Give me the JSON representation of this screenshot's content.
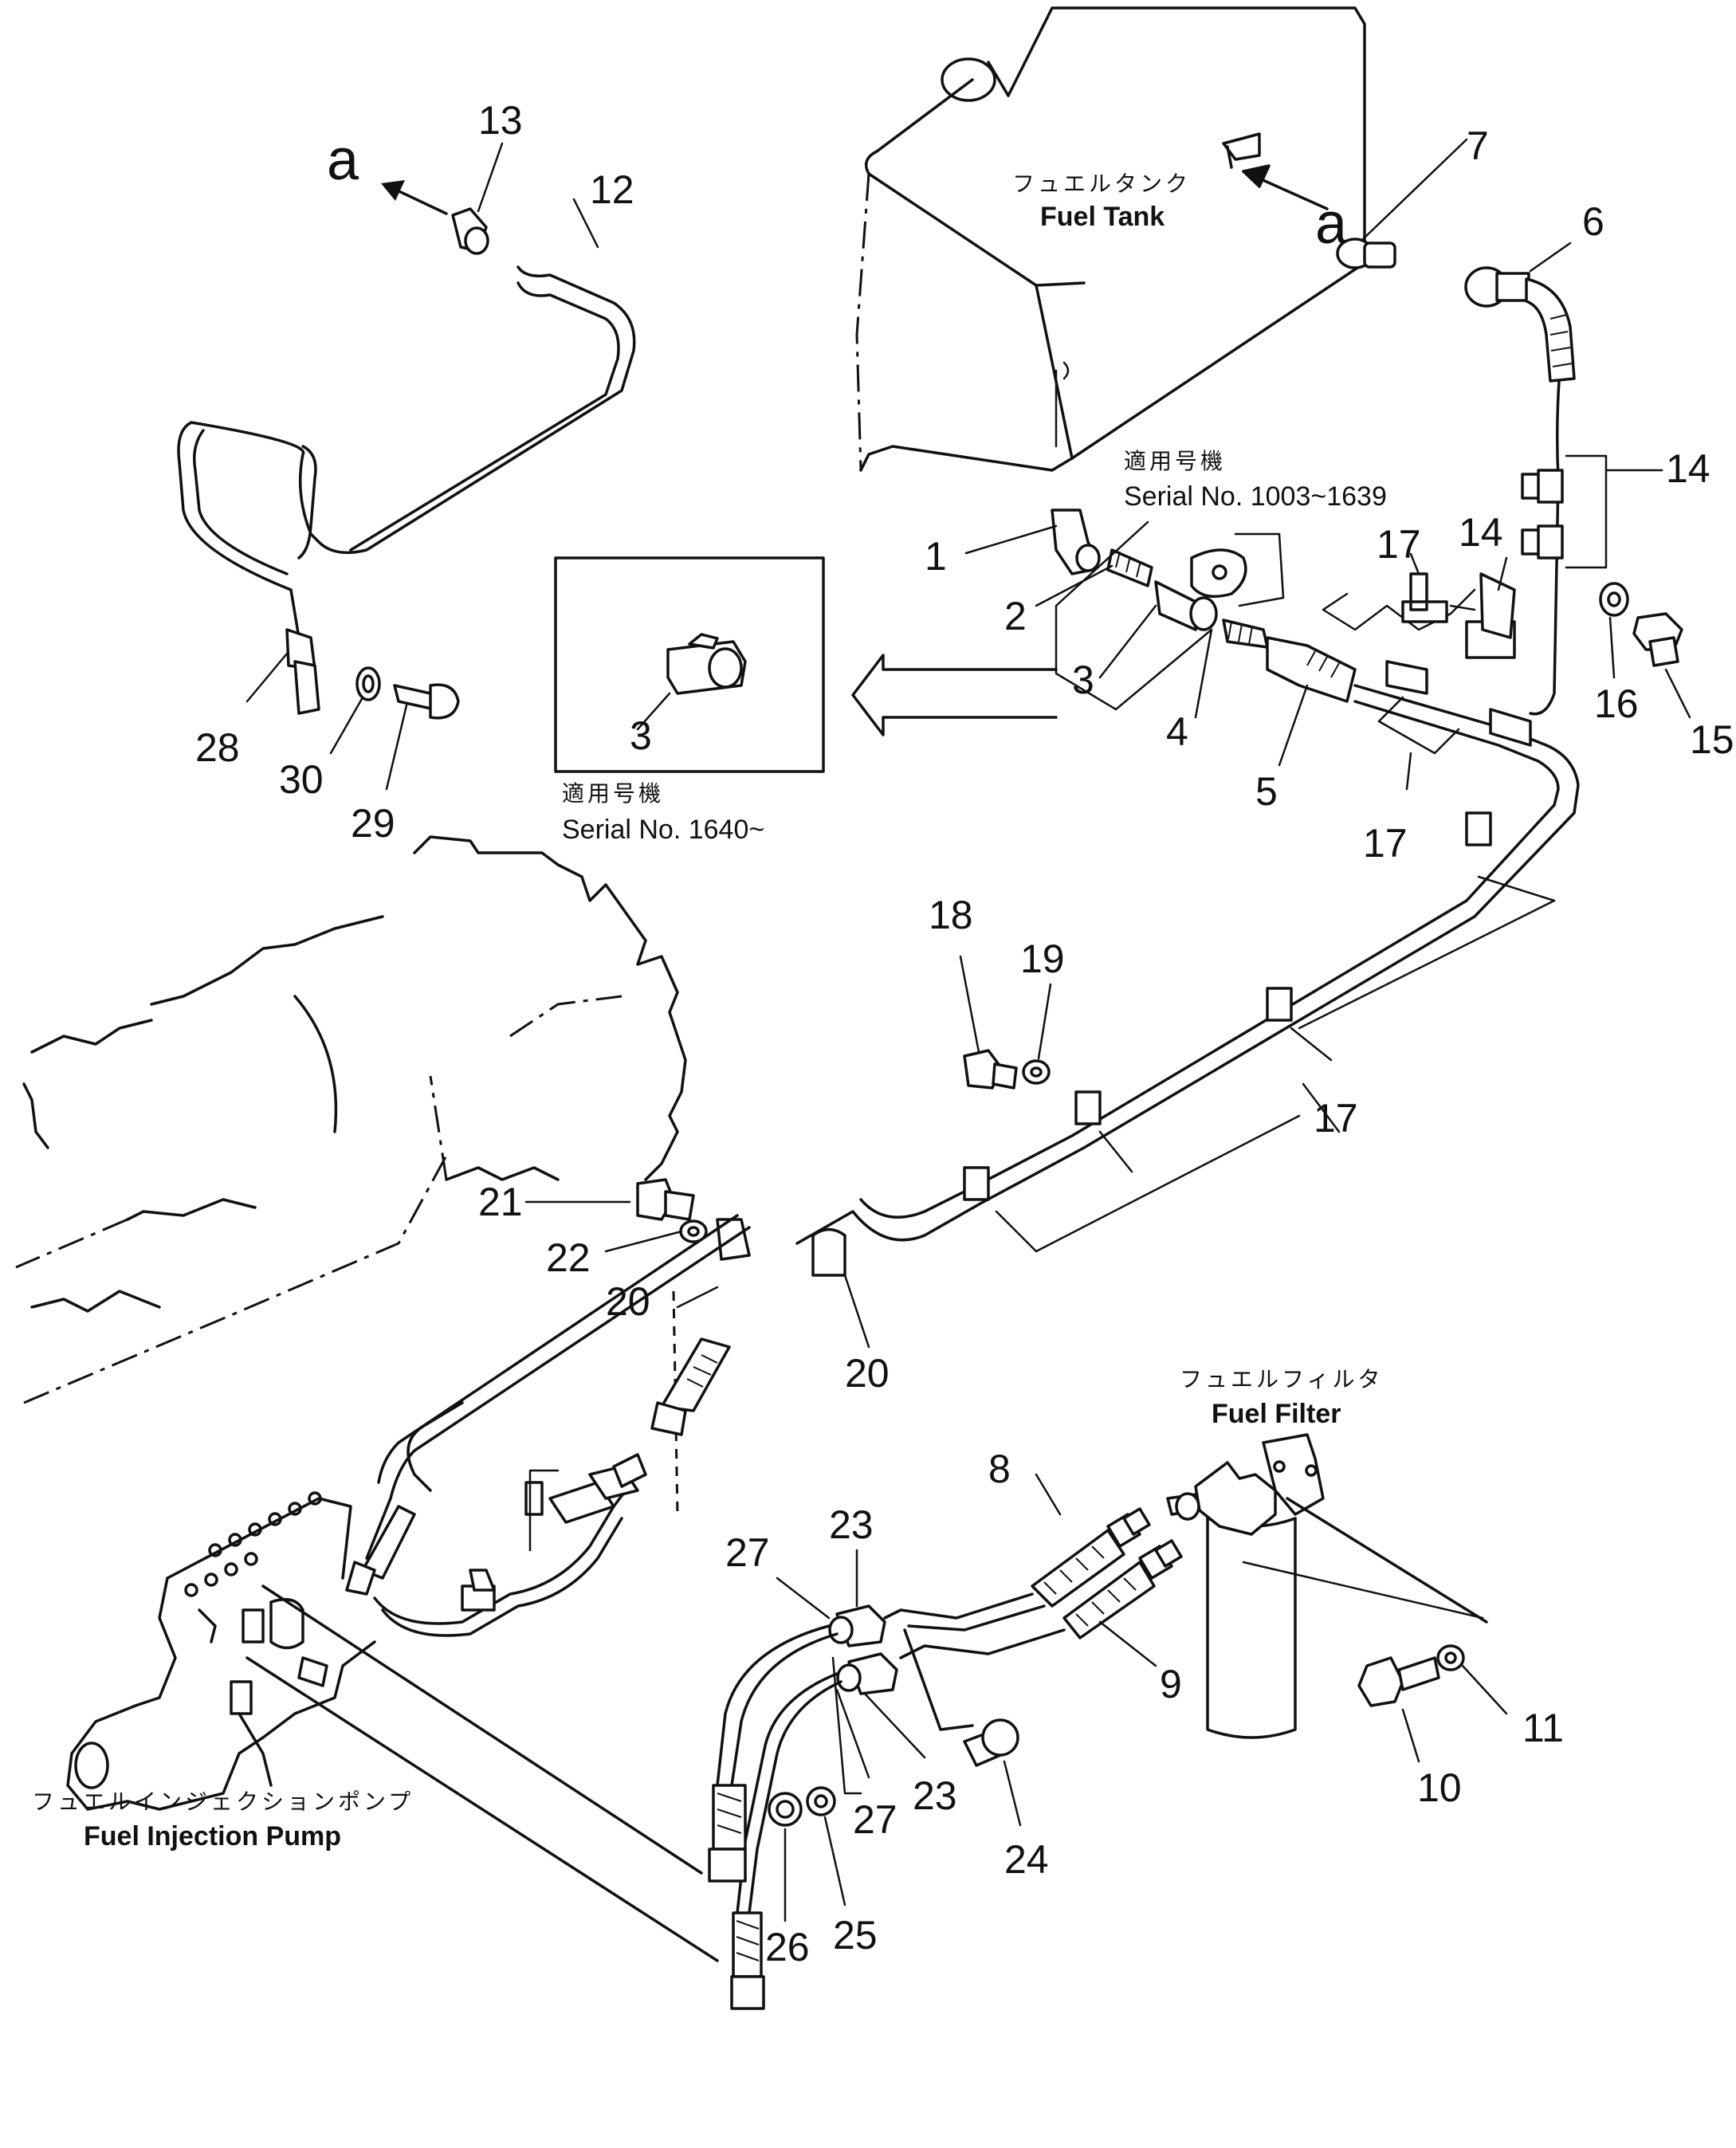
{
  "labels": {
    "fuel_tank_jp": "フュエルタンク",
    "fuel_tank": "Fuel Tank",
    "fuel_filter_jp": "フュエルフィルタ",
    "fuel_filter": "Fuel Filter",
    "injection_pump_jp": "フュエルインジェクションポンプ",
    "injection_pump": "Fuel Injection Pump",
    "applicable_jp": "適用号機",
    "serial_early": "Serial No. 1003~1639",
    "serial_late": "Serial No. 1640~",
    "ref_a": "a"
  },
  "parts": [
    "1",
    "2",
    "3",
    "4",
    "5",
    "6",
    "7",
    "8",
    "9",
    "10",
    "11",
    "12",
    "13",
    "14",
    "15",
    "16",
    "17",
    "18",
    "19",
    "20",
    "21",
    "22",
    "23",
    "24",
    "25",
    "26",
    "27",
    "28",
    "29",
    "30"
  ]
}
